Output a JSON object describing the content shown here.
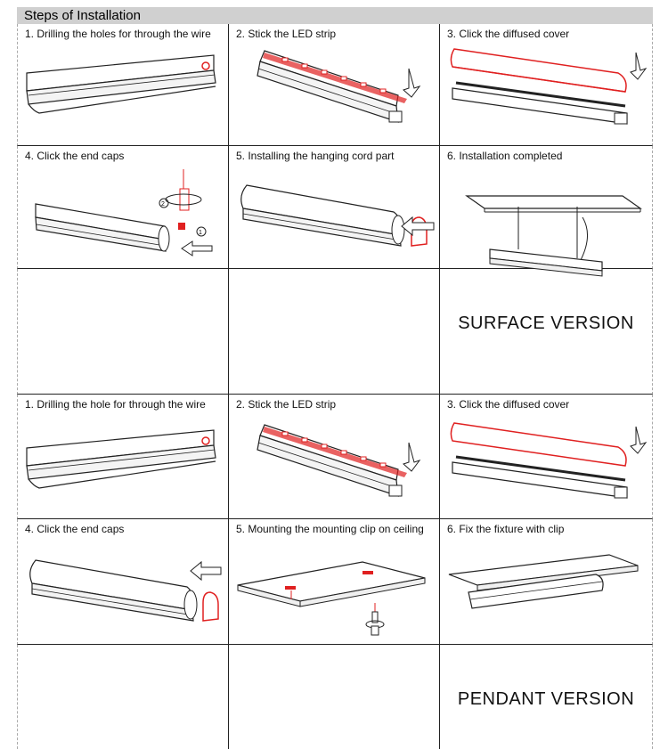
{
  "header": {
    "title": "Steps of Installation"
  },
  "surface": {
    "steps": [
      "1. Drilling the holes for through the wire",
      "2.   Stick the LED strip",
      "3. Click the diffused cover",
      "4. Click the end caps",
      "5. Installing the hanging cord part",
      "6. Installation completed"
    ],
    "label": "SURFACE VERSION"
  },
  "pendant": {
    "steps": [
      "1.  Drilling the hole for through the wire",
      "2.  Stick the LED strip",
      "3.  Click the diffused cover",
      "4.  Click the end caps",
      "5.  Mounting the mounting clip on ceiling",
      "6.  Fix the fixture with clip"
    ],
    "label": "PENDANT VERSION"
  },
  "colors": {
    "accent": "#e02020",
    "header_bg": "#d0d0d0",
    "line": "#222222"
  }
}
